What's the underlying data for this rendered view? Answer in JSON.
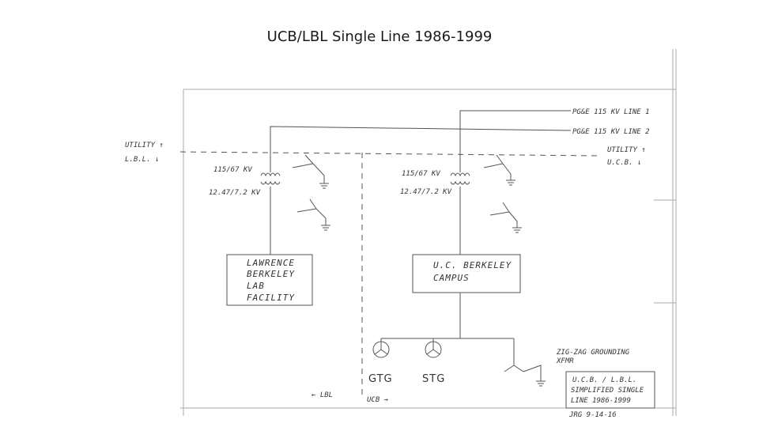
{
  "title": "UCB/LBL Single Line 1986-1999",
  "labels": {
    "utility_left": "UTILITY ↑",
    "lbl_left": "L.B.L. ↓",
    "pge_line1": "PG&E 115 KV LINE 1",
    "pge_line2": "PG&E 115 KV LINE 2",
    "utility_right": "UTILITY ↑",
    "ucb_right": "U.C.B. ↓",
    "xfmr_hv_left": "115/67 KV",
    "xfmr_lv_left": "12.47/7.2 KV",
    "xfmr_hv_right": "115/67 KV",
    "xfmr_lv_right": "12.47/7.2 KV",
    "lbl_box": [
      "LAWRENCE",
      "BERKELEY",
      "LAB",
      "FACILITY"
    ],
    "ucb_box": [
      "U.C. BERKELEY",
      "CAMPUS"
    ],
    "gtg": "GTG",
    "stg": "STG",
    "zigzag": [
      "ZIG-ZAG GROUNDING",
      "XFMR"
    ],
    "arrow_lbl": "← LBL",
    "arrow_ucb": "UCB →",
    "stamp": [
      "U.C.B. / L.B.L.",
      "SIMPLIFIED SINGLE",
      "LINE 1986-1999"
    ],
    "signature": "JRG 9-14-16"
  }
}
